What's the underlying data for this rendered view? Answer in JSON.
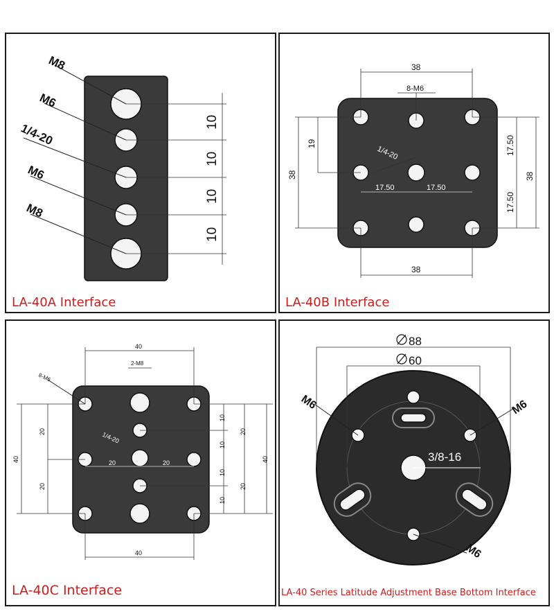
{
  "colors": {
    "caption": "#d11a1a",
    "plate": "#3a3a3a",
    "frame": "#1a1a1a"
  },
  "panel_a": {
    "caption": "LA-40A Interface",
    "labels": [
      "M8",
      "M6",
      "1/4-20",
      "M6",
      "M8"
    ],
    "dims": [
      "10",
      "10",
      "10",
      "10"
    ]
  },
  "panel_b": {
    "caption": "LA-40B Interface",
    "top_dim": "38",
    "thread": "8-M6",
    "center": "1/4-20",
    "left_dim": "38",
    "left_inner_dim": "19",
    "right_dim_outer": "38",
    "right_dim_upper": "17.50",
    "right_dim_lower": "17.50",
    "mid_left": "17.50",
    "mid_right": "17.50",
    "bottom_dim": "38"
  },
  "panel_c": {
    "caption": "LA-40C Interface",
    "top_dim": "40",
    "thread_top": "2-M8",
    "thread_side": "8-M6",
    "center": "1/4-20",
    "mid_left": "20",
    "mid_right": "20",
    "left_outer": "40",
    "left_upper": "20",
    "left_lower": "20",
    "right_small": [
      "10",
      "10",
      "10",
      "10"
    ],
    "right_mid": [
      "20",
      "20"
    ],
    "right_outer": "40",
    "bottom_dim": "40"
  },
  "panel_d": {
    "caption": "LA-40 Series Latitude Adjustment Base Bottom Interface",
    "diam_outer": "88",
    "diam_inner": "60",
    "center": "3/8-16",
    "m6_left": "M6",
    "m6_right": "M6",
    "m6_bottom": "M6"
  }
}
